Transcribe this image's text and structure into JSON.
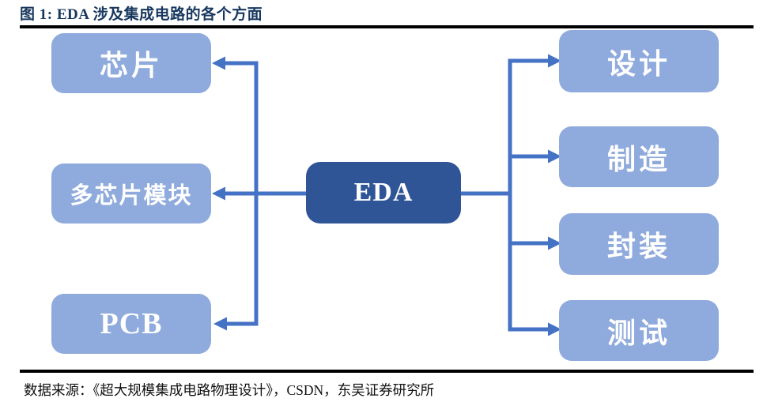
{
  "figure": {
    "title": "图 1:  EDA 涉及集成电路的各个方面",
    "source": "数据来源：《超大规模集成电路物理设计》，CSDN，东吴证券研究所"
  },
  "diagram": {
    "center_node": {
      "label": "EDA"
    },
    "left_nodes": [
      {
        "label": "芯片"
      },
      {
        "label": "多芯片模块"
      },
      {
        "label": "PCB"
      }
    ],
    "right_nodes": [
      {
        "label": "设计"
      },
      {
        "label": "制造"
      },
      {
        "label": "封装"
      },
      {
        "label": "测试"
      }
    ],
    "relations": "EDA 指向左侧三个应用层级（芯片、多芯片模块、PCB）及右侧四个环节（设计、制造、封装、测试）",
    "colors": {
      "node_fill": "#8faadc",
      "center_fill": "#2f5597",
      "connector": "#4472c4",
      "title_text": "#17375e",
      "node_text": "#ffffff",
      "rule": "#000000"
    }
  }
}
